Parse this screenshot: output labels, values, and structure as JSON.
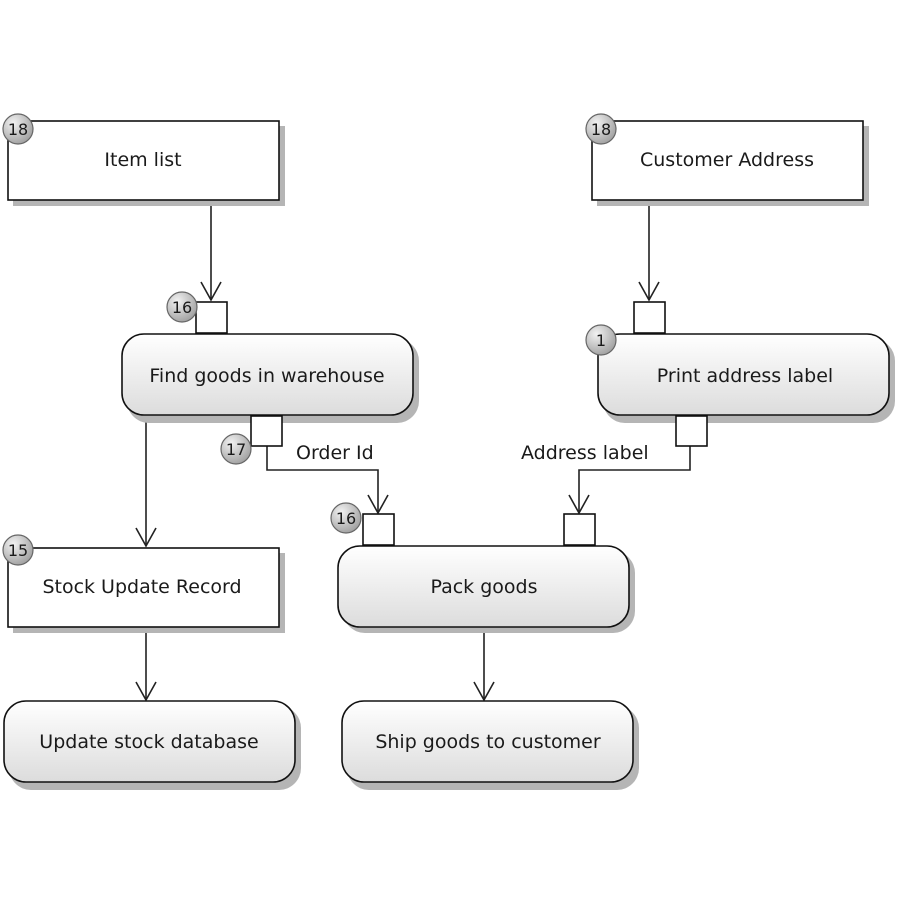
{
  "object_nodes": {
    "item_list": {
      "label": "Item list",
      "badge": "18"
    },
    "customer_address": {
      "label": "Customer Address",
      "badge": "18"
    },
    "stock_update_record": {
      "label": "Stock Update Record",
      "badge": "15"
    }
  },
  "actions": {
    "find_goods": {
      "label": "Find goods in warehouse",
      "input_badge": "16",
      "output_badge": "17"
    },
    "print_label": {
      "label": "Print address label",
      "badge": "1"
    },
    "pack_goods": {
      "label": "Pack goods",
      "input_badge": "16"
    },
    "update_stock": {
      "label": "Update stock database"
    },
    "ship_goods": {
      "label": "Ship goods to customer"
    }
  },
  "flows": {
    "order_id": "Order Id",
    "address_label": "Address label"
  }
}
